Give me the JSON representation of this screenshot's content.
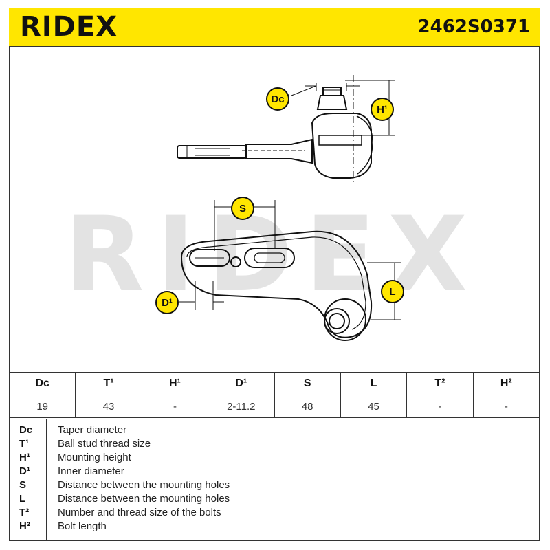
{
  "header": {
    "brand": "RIDEX",
    "part_number": "2462S0371"
  },
  "drawing": {
    "watermark": "RIDEX",
    "labels": {
      "dc": "Dc",
      "h1": "H¹",
      "s": "S",
      "d1": "D¹",
      "l": "L"
    }
  },
  "spec_table": {
    "headers": [
      "Dc",
      "T¹",
      "H¹",
      "D¹",
      "S",
      "L",
      "T²",
      "H²"
    ],
    "values": [
      "19",
      "43",
      "-",
      "2-11.2",
      "48",
      "45",
      "-",
      "-"
    ]
  },
  "legend": [
    {
      "code": "Dc",
      "desc": "Taper diameter"
    },
    {
      "code": "T¹",
      "desc": "Ball stud thread size"
    },
    {
      "code": "H¹",
      "desc": "Mounting height"
    },
    {
      "code": "D¹",
      "desc": "Inner diameter"
    },
    {
      "code": "S",
      "desc": "Distance between the mounting holes"
    },
    {
      "code": "L",
      "desc": "Distance between the mounting holes"
    },
    {
      "code": "T²",
      "desc": "Number and thread size of the bolts"
    },
    {
      "code": "H²",
      "desc": "Bolt length"
    }
  ],
  "colors": {
    "accent": "#FFE600",
    "line": "#111111",
    "watermark": "#e3e3e3"
  }
}
